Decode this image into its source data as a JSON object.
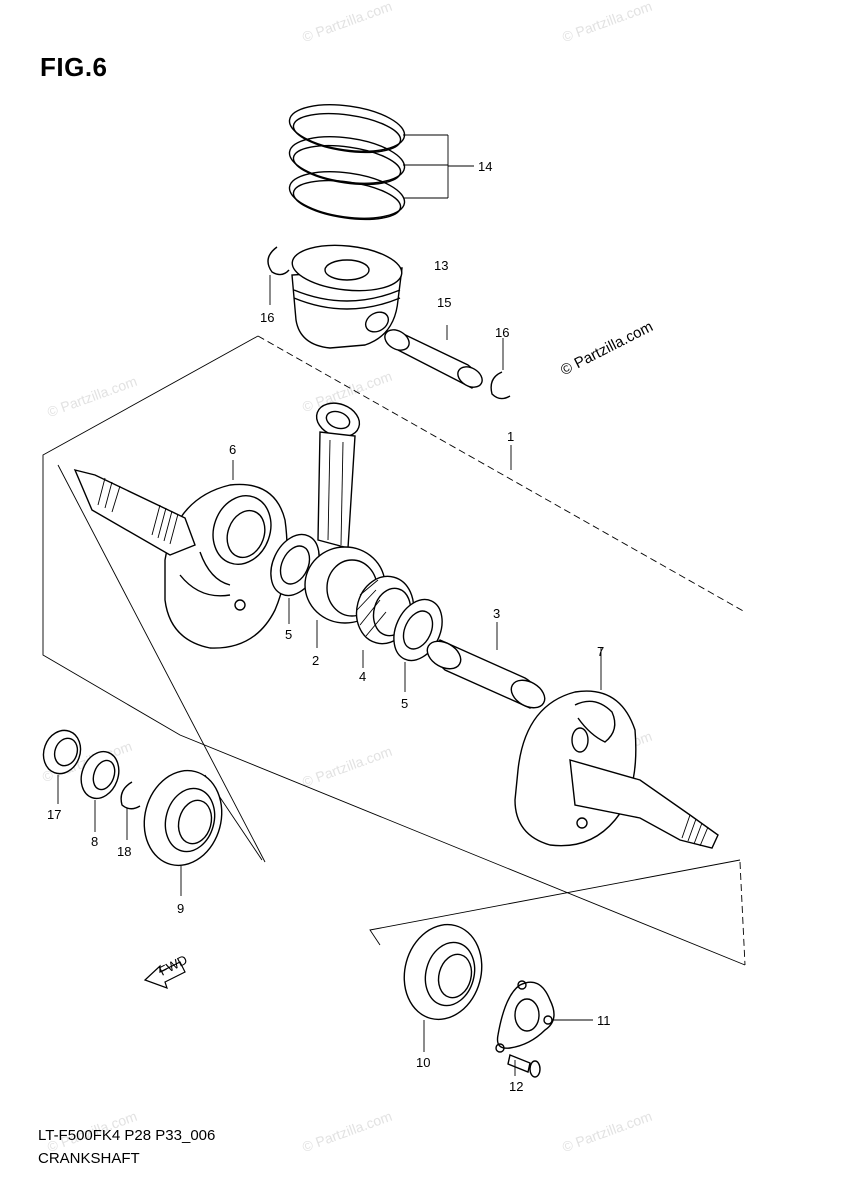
{
  "figure": {
    "title": "FIG.6",
    "copyright": "© Partzilla.com",
    "watermark_text": "© Partzilla.com",
    "model_code": "LT-F500FK4 P28 P33_006",
    "diagram_name": "CRANKSHAFT",
    "fwd_label": "FWD"
  },
  "callouts": {
    "c1": "1",
    "c2": "2",
    "c3": "3",
    "c4": "4",
    "c5a": "5",
    "c5b": "5",
    "c6": "6",
    "c7": "7",
    "c8": "8",
    "c9": "9",
    "c10": "10",
    "c11": "11",
    "c12": "12",
    "c13": "13",
    "c14": "14",
    "c15": "15",
    "c16a": "16",
    "c16b": "16",
    "c17": "17",
    "c18": "18"
  }
}
